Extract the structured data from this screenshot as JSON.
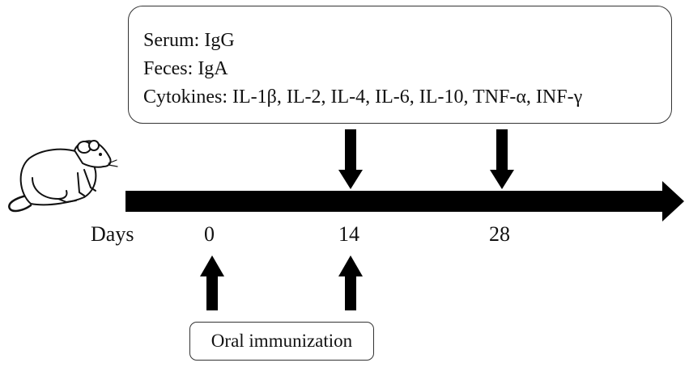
{
  "sampling": {
    "line1": "Serum: IgG",
    "line2": "Feces: IgA",
    "line3": "Cytokines: IL-1β, IL-2, IL-4, IL-6, IL-10, TNF-α, INF-γ"
  },
  "timeline": {
    "axis_label": "Days",
    "ticks": [
      "0",
      "14",
      "28"
    ]
  },
  "immunization": {
    "label": "Oral immunization"
  },
  "colors": {
    "arrow": "#000000",
    "text": "#111111"
  }
}
